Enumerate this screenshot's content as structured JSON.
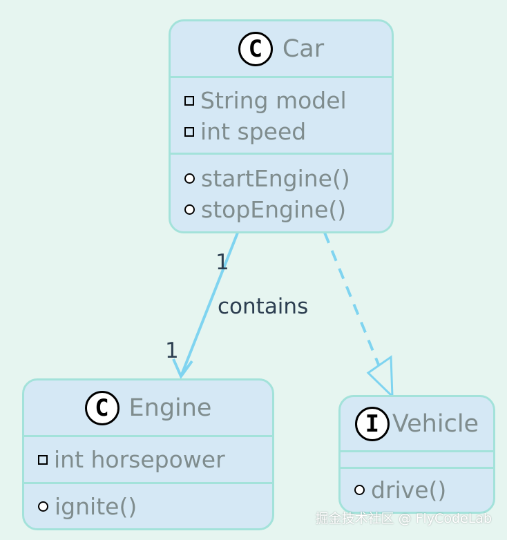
{
  "classes": {
    "car": {
      "stereotype_badge": "C",
      "name": "Car",
      "attributes": [
        "String model",
        "int speed"
      ],
      "methods": [
        "startEngine()",
        "stopEngine()"
      ]
    },
    "engine": {
      "stereotype_badge": "C",
      "name": "Engine",
      "attributes": [
        "int horsepower"
      ],
      "methods": [
        "ignite()"
      ]
    },
    "vehicle": {
      "stereotype_badge": "I",
      "name": "Vehicle",
      "attributes": [],
      "methods": [
        "drive()"
      ]
    }
  },
  "relations": {
    "car_engine": {
      "label": "contains",
      "source_multiplicity": "1",
      "target_multiplicity": "1"
    }
  },
  "watermark": "掘金技术社区 @ FlyCodeLab",
  "colors": {
    "background": "#e6f5f0",
    "class_fill": "#d5e8f5",
    "class_border": "#a3e2da",
    "arrow": "#7fd4f0",
    "member_text": "#7f8c8d",
    "label_text": "#2c3e50"
  }
}
